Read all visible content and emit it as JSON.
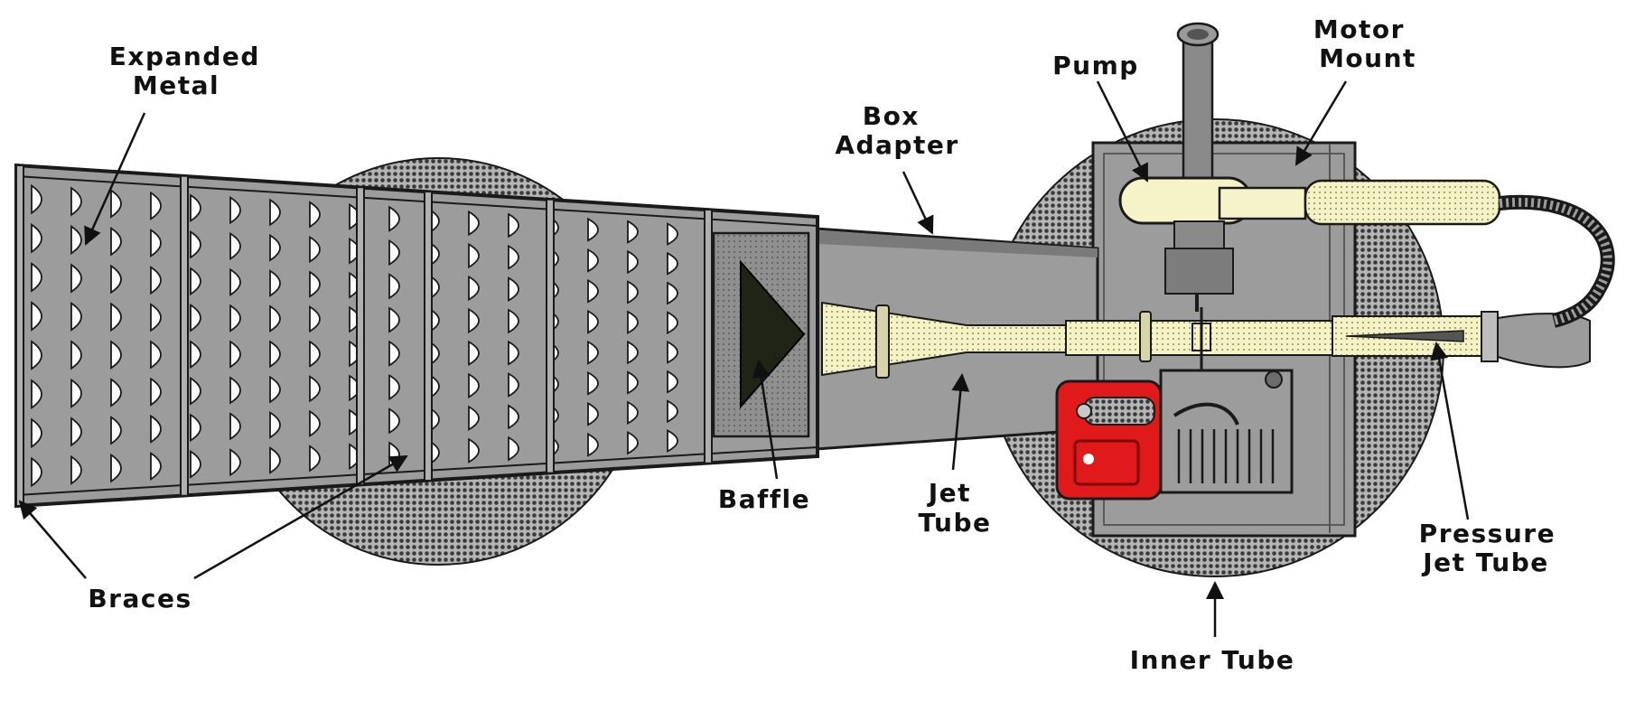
{
  "labels": {
    "expanded_metal": [
      "Expanded",
      "Metal"
    ],
    "braces": "Braces",
    "box_adapter": [
      "Box",
      "Adapter"
    ],
    "baffle": "Baffle",
    "jet_tube": [
      "Jet",
      "Tube"
    ],
    "pump": "Pump",
    "motor_mount": [
      "Motor",
      "Mount"
    ],
    "pressure_jet_tube": [
      "Pressure",
      "Jet Tube"
    ],
    "inner_tube": "Inner Tube"
  },
  "colors": {
    "metal_gray": "#9c9c9c",
    "outline": "#1a1a1a",
    "jet_tube_cream": "#f5f2c4",
    "pump_cream": "#f7f3c8",
    "engine_red": "#e01a1a",
    "baffle_dark": "#1f2416",
    "tube_dots": "#3a3a3a"
  }
}
